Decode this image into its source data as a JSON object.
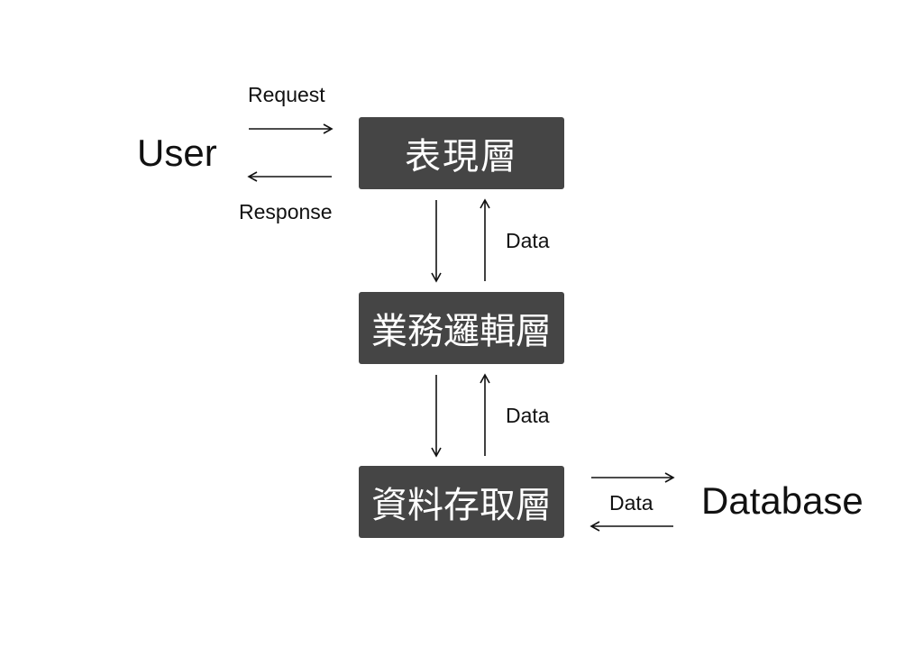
{
  "actors": {
    "user": "User",
    "database": "Database"
  },
  "layers": {
    "presentation": "表現層",
    "business": "業務邏輯層",
    "data_access": "資料存取層"
  },
  "labels": {
    "request": "Request",
    "response": "Response",
    "data_presentation_business": "Data",
    "data_business_access": "Data",
    "data_access_database": "Data"
  }
}
